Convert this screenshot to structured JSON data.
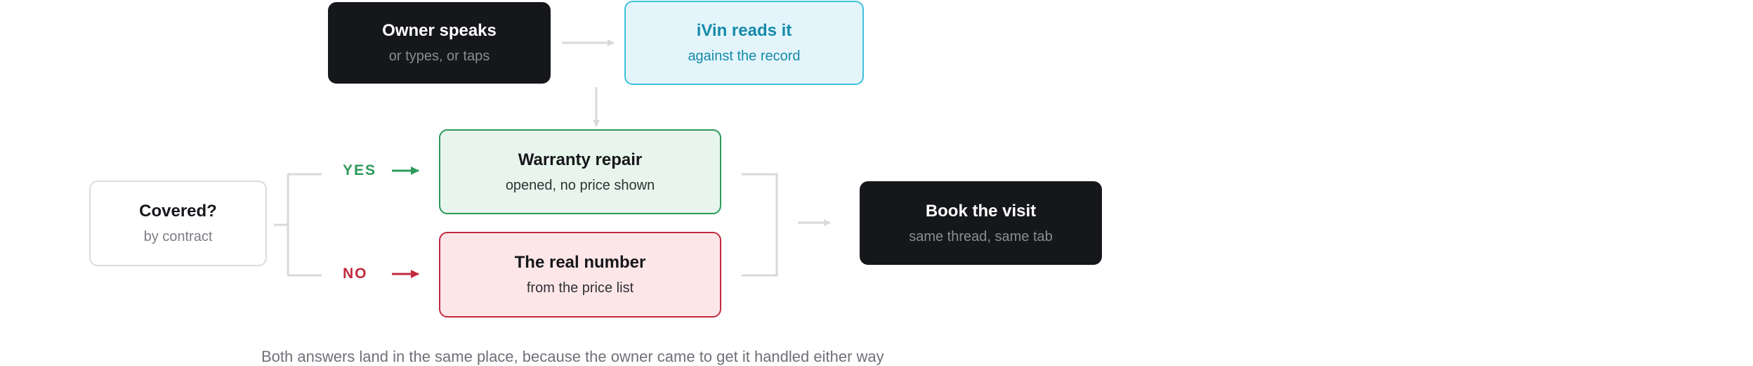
{
  "nodes": {
    "owner_speaks": {
      "title": "Owner speaks",
      "subtitle": "or types, or taps"
    },
    "ivin_reads": {
      "title": "iVin reads it",
      "subtitle": "against the record"
    },
    "covered": {
      "title": "Covered?",
      "subtitle": "by contract"
    },
    "warranty": {
      "title": "Warranty repair",
      "subtitle": "opened, no price shown"
    },
    "real_number": {
      "title": "The real number",
      "subtitle": "from the price list"
    },
    "book_visit": {
      "title": "Book the visit",
      "subtitle": "same thread, same tab"
    }
  },
  "branches": {
    "yes": "YES",
    "no": "NO"
  },
  "caption": "Both answers land in the same place, because the owner came to get it handled either way",
  "colors": {
    "dark": "#16171b",
    "cyan_border": "#3cc3dc",
    "cyan_text": "#168aaa",
    "green": "#2d9a5a",
    "red": "#c22a3f",
    "connector": "#d9d9d9"
  }
}
